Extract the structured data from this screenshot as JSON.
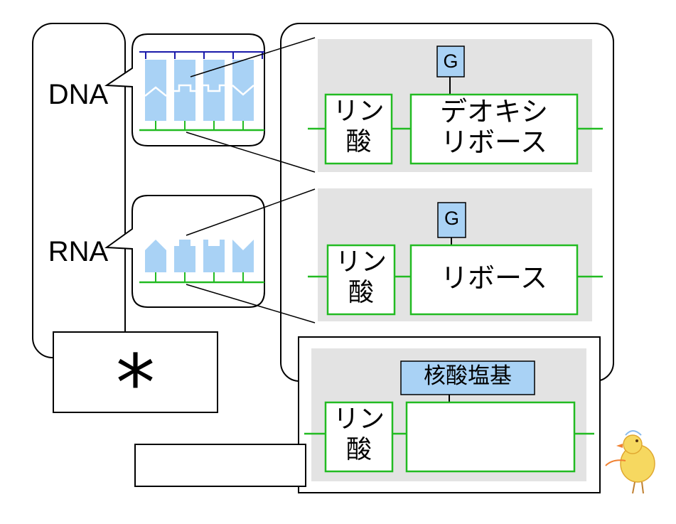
{
  "left_panel": {
    "dna_label": "DNA",
    "rna_label": "RNA",
    "star_symbol": "*"
  },
  "dna_unit": {
    "base_label": "G",
    "phosphate_line1": "リン",
    "phosphate_line2": "酸",
    "sugar_line1": "デオキシ",
    "sugar_line2": "リボース"
  },
  "rna_unit": {
    "base_label": "G",
    "phosphate_line1": "リン",
    "phosphate_line2": "酸",
    "sugar_label": "リボース"
  },
  "generic_unit": {
    "base_label": "核酸塩基",
    "phosphate_line1": "リン",
    "phosphate_line2": "酸",
    "sugar_label": ""
  },
  "blank_answer_box": "",
  "colors": {
    "backbone_green": "#22bb22",
    "strand_blue": "#1a1aaa",
    "base_fill": "#a9d2f5",
    "panel_gray": "#e3e3e3",
    "outline": "#000000"
  },
  "icons": {
    "mascot": "chick-doodle-icon"
  }
}
